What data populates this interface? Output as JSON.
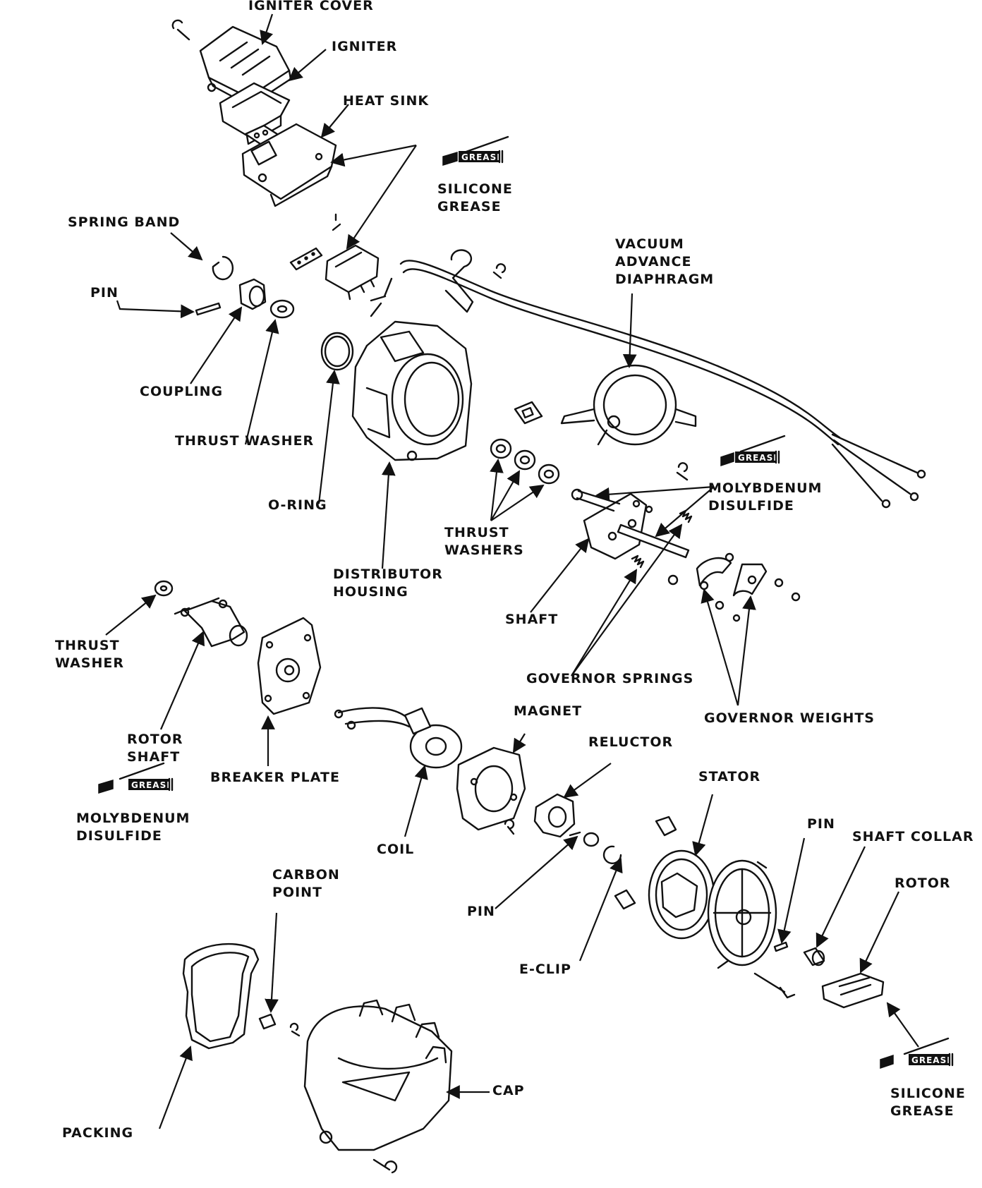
{
  "labels": {
    "igniter_cover": "IGNITER COVER",
    "igniter": "IGNITER",
    "heat_sink": "HEAT SINK",
    "silicone_grease_top": [
      "SILICONE",
      "GREASE"
    ],
    "spring_band": "SPRING BAND",
    "pin_top": "PIN",
    "coupling": "COUPLING",
    "thrust_washer_top": "THRUST WASHER",
    "o_ring": "O-RING",
    "vacuum_advance_diaphragm": [
      "VACUUM",
      "ADVANCE",
      "DIAPHRAGM"
    ],
    "molybdenum_disulfide_right": [
      "MOLYBDENUM",
      "DISULFIDE"
    ],
    "thrust_washers": [
      "THRUST",
      "WASHERS"
    ],
    "distributor_housing": [
      "DISTRIBUTOR",
      "HOUSING"
    ],
    "shaft": "SHAFT",
    "thrust_washer_left": [
      "THRUST",
      "WASHER"
    ],
    "governor_springs": "GOVERNOR SPRINGS",
    "governor_weights": "GOVERNOR WEIGHTS",
    "rotor_shaft": [
      "ROTOR",
      "SHAFT"
    ],
    "magnet": "MAGNET",
    "reluctor": "RELUCTOR",
    "breaker_plate": "BREAKER PLATE",
    "stator": "STATOR",
    "molybdenum_disulfide_left": [
      "MOLYBDENUM",
      "DISULFIDE"
    ],
    "coil": "COIL",
    "pin_right": "PIN",
    "shaft_collar": "SHAFT COLLAR",
    "rotor": "ROTOR",
    "carbon_point": [
      "CARBON",
      "POINT"
    ],
    "pin_middle": "PIN",
    "e_clip": "E-CLIP",
    "cap": "CAP",
    "packing": "PACKING",
    "silicone_grease_bottom": [
      "SILICONE",
      "GREASE"
    ]
  },
  "grease_tube_text": "GREASE"
}
